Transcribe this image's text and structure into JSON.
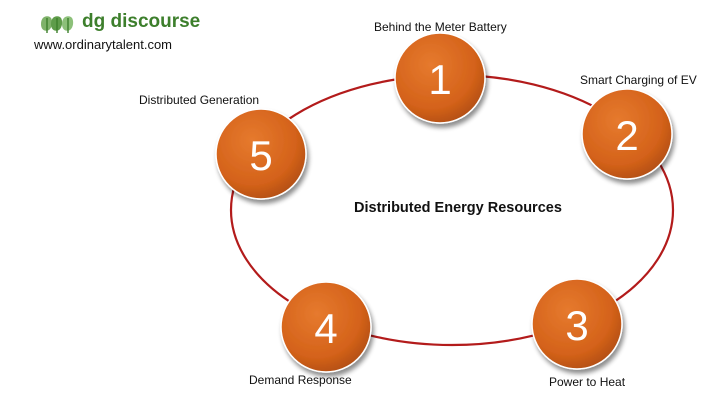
{
  "brand": {
    "name": "dg discourse",
    "url": "www.ordinarytalent.com",
    "logo_icon": "dg-leaf-logo-icon",
    "color": "#3d7f2c"
  },
  "diagram": {
    "title": "Distributed Energy Resources",
    "ring_color": "#b31b1b",
    "node_color": "#d4621a",
    "nodes": [
      {
        "number": "1",
        "label": "Behind the Meter Battery"
      },
      {
        "number": "2",
        "label": "Smart Charging of EV"
      },
      {
        "number": "3",
        "label": "Power to Heat"
      },
      {
        "number": "4",
        "label": "Demand Response"
      },
      {
        "number": "5",
        "label": "Distributed Generation"
      }
    ]
  }
}
